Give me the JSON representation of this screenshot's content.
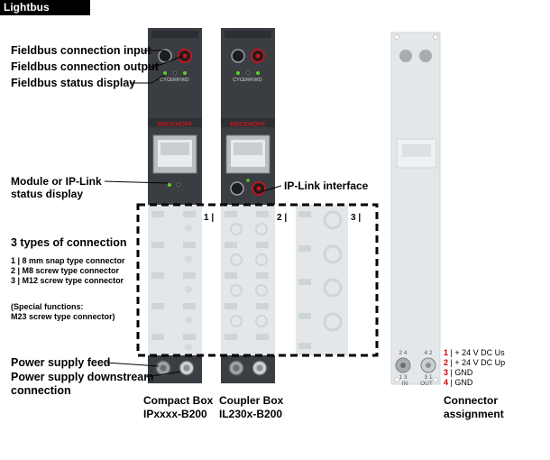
{
  "header": {
    "title": "Lightbus"
  },
  "labels": {
    "fieldbus_input": "Fieldbus connection input",
    "fieldbus_output": "Fieldbus connection output",
    "fieldbus_status": "Fieldbus status display",
    "module_status_1": "Module or IP-Link",
    "module_status_2": "status display",
    "iplink_interface": "IP-Link interface",
    "connection_types": "3 types of connection",
    "type_1": "1 | 8 mm snap type connector",
    "type_2": "2 | M8 screw type connector",
    "type_3": "3 | M12 screw type connector",
    "special_1": "(Special functions:",
    "special_2": "M23 screw type connector)",
    "power_feed": "Power supply feed",
    "power_downstream_1": "Power supply downstream",
    "power_downstream_2": "connection"
  },
  "devices": {
    "compact_box": {
      "line1": "Compact Box",
      "line2": "IPxxxx-B200"
    },
    "coupler_box": {
      "line1": "Coupler Box",
      "line2": "IL230x-B200"
    },
    "connector": {
      "line1": "Connector",
      "line2": "assignment"
    }
  },
  "section_markers": [
    "1 |",
    "2 |",
    "3 |"
  ],
  "led_labels": {
    "cyc": "CYC",
    "err": "ERR",
    "wd": "WD"
  },
  "brand": "BECKHOFF",
  "pin_assignment": [
    {
      "num": "1",
      "text": "| + 24 V DC Us"
    },
    {
      "num": "2",
      "text": "| + 24 V DC Up"
    },
    {
      "num": "3",
      "text": "| GND"
    },
    {
      "num": "4",
      "text": "| GND"
    }
  ],
  "connector_pins": {
    "in_top": "2  4",
    "in_bottom": "1  3",
    "in_label": "IN",
    "out_top": "4  2",
    "out_bottom": "3  1",
    "out_label": "OUT"
  },
  "colors": {
    "housing": "#3a3d42",
    "brand_red": "#c0161b",
    "pin_red": "#d00000",
    "led_green": "#5ad12a",
    "pale": "#e3e7e9"
  }
}
